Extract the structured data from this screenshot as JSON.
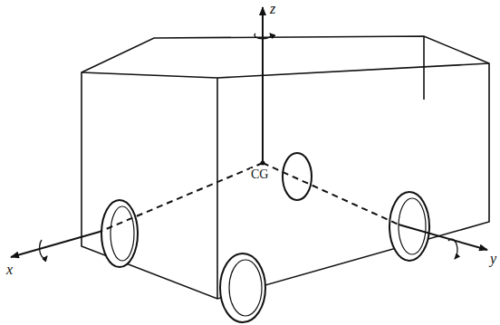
{
  "diagram": {
    "labels": [
      "z",
      "CG",
      "x",
      "y"
    ]
  }
}
